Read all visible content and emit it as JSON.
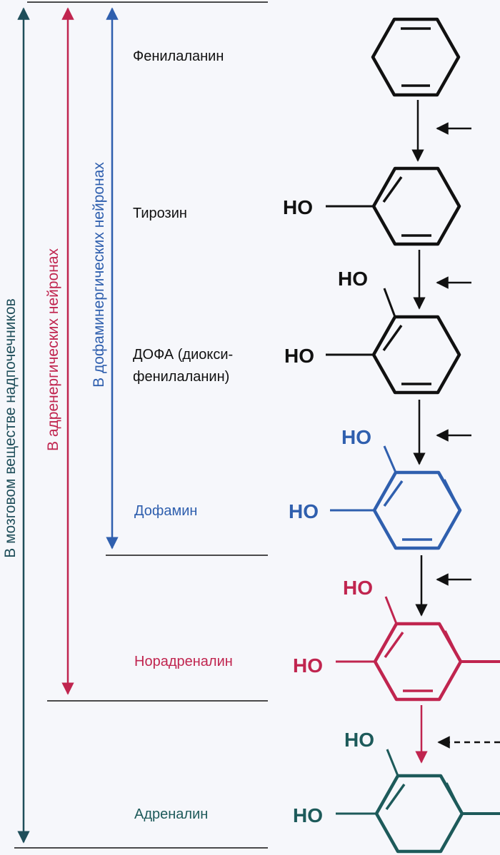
{
  "labels": {
    "rail_adrenal_medulla": "В мозговом веществе надпочечников",
    "rail_adrenergic": "В адренергических нейронах",
    "rail_dopaminergic": "В дофаминергических нейронах"
  },
  "compounds": [
    {
      "name": "Фенилаланин",
      "color": "#111111"
    },
    {
      "name": "Тирозин",
      "color": "#111111",
      "ho_para": "HO"
    },
    {
      "name_line1": "ДОФА (диокси-",
      "name_line2": "фенилаланин)",
      "color": "#111111",
      "ho_meta": "HO",
      "ho_para": "HO"
    },
    {
      "name": "Дофамин",
      "color": "#2f5fae",
      "ho_meta": "HO",
      "ho_para": "HO"
    },
    {
      "name": "Норадреналин",
      "color": "#c0254f",
      "ho_meta": "HO",
      "ho_para": "HO"
    },
    {
      "name": "Адреналин",
      "color": "#1d5a5a",
      "ho_meta": "HO",
      "ho_para": "HO"
    }
  ],
  "colors": {
    "rail_adrenal_medulla": "#1f4e5a",
    "rail_adrenergic": "#c0254f",
    "rail_dopaminergic": "#2f5fae",
    "text": "#111111",
    "background": "#f6f7fb"
  }
}
